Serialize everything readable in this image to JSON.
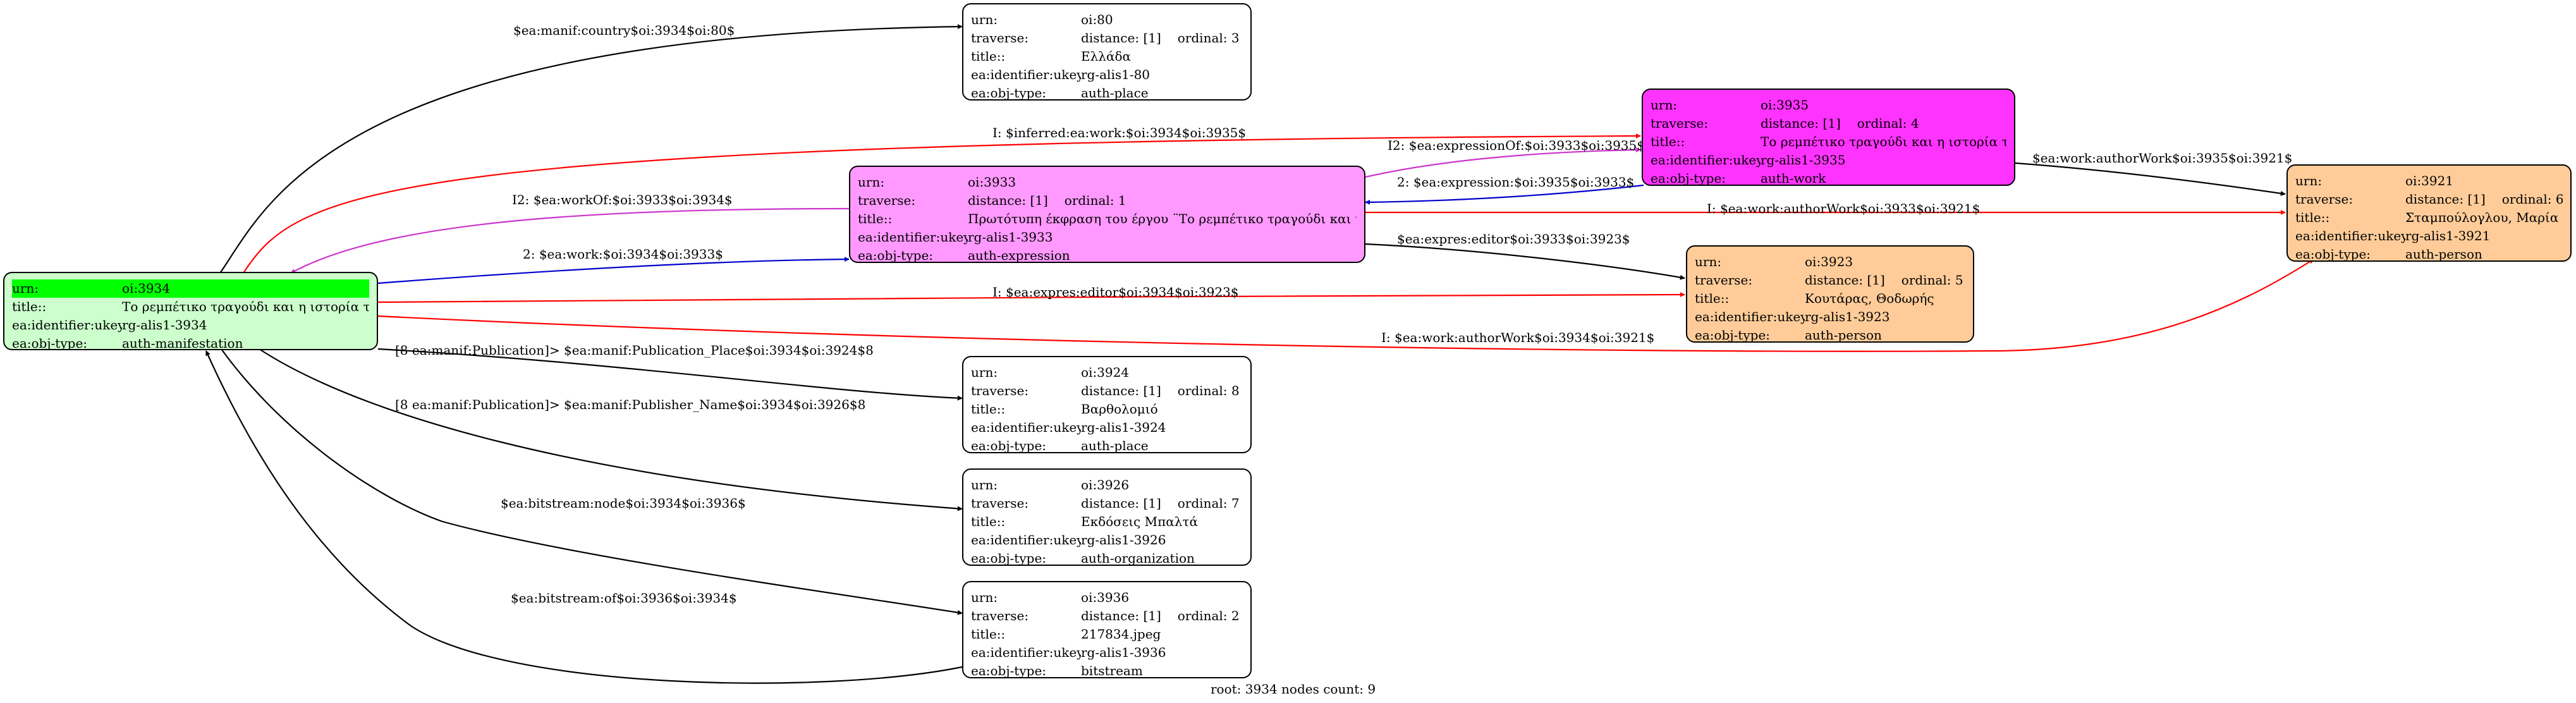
{
  "colors": {
    "root_fill": "#ccffcc",
    "root_urn_highlight": "#00ff00",
    "expression_fill": "#ff99ff",
    "work_fill": "#ff33ff",
    "person_fill": "#ffcc99",
    "plain_fill": "#ffffff",
    "edge_black": "#000000",
    "edge_red": "#ff0000",
    "edge_blue": "#0000cc",
    "edge_magenta": "#cc33cc"
  },
  "nodes": {
    "oi3934": {
      "urn_label": "urn:",
      "urn": "oi:3934",
      "title_label": "title::",
      "title": "Το ρεμπέτικο τραγούδι και η ιστορία του",
      "ukey_label": "ea:identifier:ukey",
      "ukey": "rg-alis1-3934",
      "type_label": "ea:obj-type:",
      "type": "auth-manifestation"
    },
    "oi80": {
      "urn_label": "urn:",
      "urn": "oi:80",
      "traverse_label": "traverse:",
      "distance": "distance: [1]",
      "ordinal": "ordinal: 3",
      "title_label": "title::",
      "title": "Ελλάδα",
      "ukey_label": "ea:identifier:ukey",
      "ukey": "rg-alis1-80",
      "type_label": "ea:obj-type:",
      "type": "auth-place"
    },
    "oi3935": {
      "urn_label": "urn:",
      "urn": "oi:3935",
      "traverse_label": "traverse:",
      "distance": "distance: [1]",
      "ordinal": "ordinal: 4",
      "title_label": "title::",
      "title": "Το ρεμπέτικο τραγούδι και η ιστορία του",
      "ukey_label": "ea:identifier:ukey",
      "ukey": "rg-alis1-3935",
      "type_label": "ea:obj-type:",
      "type": "auth-work"
    },
    "oi3933": {
      "urn_label": "urn:",
      "urn": "oi:3933",
      "traverse_label": "traverse:",
      "distance": "distance: [1]",
      "ordinal": "ordinal: 1",
      "title_label": "title::",
      "title": "Πρωτότυπη έκφραση του έργου ¨Το ρεμπέτικο τραγούδι και η ι...",
      "ukey_label": "ea:identifier:ukey",
      "ukey": "rg-alis1-3933",
      "type_label": "ea:obj-type:",
      "type": "auth-expression"
    },
    "oi3921": {
      "urn_label": "urn:",
      "urn": "oi:3921",
      "traverse_label": "traverse:",
      "distance": "distance: [1]",
      "ordinal": "ordinal: 6",
      "title_label": "title::",
      "title": "Σταμπούλογλου, Μαρία",
      "ukey_label": "ea:identifier:ukey",
      "ukey": "rg-alis1-3921",
      "type_label": "ea:obj-type:",
      "type": "auth-person"
    },
    "oi3923": {
      "urn_label": "urn:",
      "urn": "oi:3923",
      "traverse_label": "traverse:",
      "distance": "distance: [1]",
      "ordinal": "ordinal: 5",
      "title_label": "title::",
      "title": "Κουτάρας, Θοδωρής",
      "ukey_label": "ea:identifier:ukey",
      "ukey": "rg-alis1-3923",
      "type_label": "ea:obj-type:",
      "type": "auth-person"
    },
    "oi3924": {
      "urn_label": "urn:",
      "urn": "oi:3924",
      "traverse_label": "traverse:",
      "distance": "distance: [1]",
      "ordinal": "ordinal: 8",
      "title_label": "title::",
      "title": "Βαρθολομιό",
      "ukey_label": "ea:identifier:ukey",
      "ukey": "rg-alis1-3924",
      "type_label": "ea:obj-type:",
      "type": "auth-place"
    },
    "oi3926": {
      "urn_label": "urn:",
      "urn": "oi:3926",
      "traverse_label": "traverse:",
      "distance": "distance: [1]",
      "ordinal": "ordinal: 7",
      "title_label": "title::",
      "title": "Εκδόσεις Μπαλτά",
      "ukey_label": "ea:identifier:ukey",
      "ukey": "rg-alis1-3926",
      "type_label": "ea:obj-type:",
      "type": "auth-organization"
    },
    "oi3936": {
      "urn_label": "urn:",
      "urn": "oi:3936",
      "traverse_label": "traverse:",
      "distance": "distance: [1]",
      "ordinal": "ordinal: 2",
      "title_label": "title::",
      "title": "217834.jpeg",
      "ukey_label": "ea:identifier:ukey",
      "ukey": "rg-alis1-3936",
      "type_label": "ea:obj-type:",
      "type": "bitstream"
    }
  },
  "edges": {
    "country": "$ea:manif:country$oi:3934$oi:80$",
    "inferred_work": "I: $inferred:ea:work:$oi:3934$oi:3935$",
    "expression_of": "I2: $ea:expressionOf:$oi:3933$oi:3935$",
    "expression": "2: $ea:expression:$oi:3935$oi:3933$",
    "work_author_3935": "$ea:work:authorWork$oi:3935$oi:3921$",
    "work_of": "I2: $ea:workOf:$oi:3933$oi:3934$",
    "work_author_3933": "I: $ea:work:authorWork$oi:3933$oi:3921$",
    "work": "2: $ea:work:$oi:3934$oi:3933$",
    "expres_editor_3933": "$ea:expres:editor$oi:3933$oi:3923$",
    "expres_editor_3934": "I: $ea:expres:editor$oi:3934$oi:3923$",
    "work_author_3934": "I: $ea:work:authorWork$oi:3934$oi:3921$",
    "publication_place": "[8 ea:manif:Publication]> $ea:manif:Publication_Place$oi:3934$oi:3924$8",
    "publisher_name": "[8 ea:manif:Publication]> $ea:manif:Publisher_Name$oi:3934$oi:3926$8",
    "bitstream_node": "$ea:bitstream:node$oi:3934$oi:3936$",
    "bitstream_of": "$ea:bitstream:of$oi:3936$oi:3934$"
  },
  "footer": "root: 3934 nodes count: 9"
}
